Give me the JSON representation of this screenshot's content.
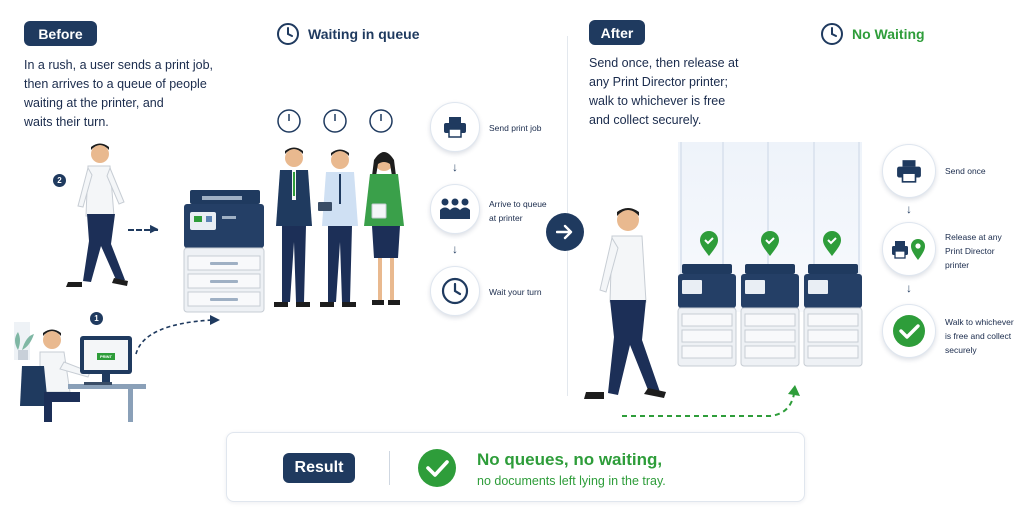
{
  "before": {
    "badge": "Before",
    "heading": "Waiting in queue",
    "description": [
      "In a rush, a user sends a print job,",
      "then arrives to a queue of people",
      "waiting at the printer, and",
      "waits their turn."
    ],
    "marker_1": "1",
    "marker_2": "2",
    "screen_button": "PRINT",
    "steps": [
      {
        "label": [
          "Send print job"
        ],
        "icon": "printer-icon"
      },
      {
        "label": [
          "Arrive to queue",
          "at printer"
        ],
        "icon": "people-icon"
      },
      {
        "label": [
          "Wait your turn"
        ],
        "icon": "clock-icon"
      }
    ]
  },
  "after": {
    "badge": "After",
    "heading": "No Waiting",
    "description": [
      "Send once, then release at",
      "any Print Director printer;",
      "walk to whichever is free",
      "and collect securely."
    ],
    "steps": [
      {
        "label": [
          "Send once"
        ],
        "icon": "printer-icon"
      },
      {
        "label": [
          "Release at any",
          "Print Director",
          "printer"
        ],
        "icon": "printer-location-icon"
      },
      {
        "label": [
          "Walk to whichever",
          "is free and collect",
          "securely"
        ],
        "icon": "check-icon"
      }
    ]
  },
  "result": {
    "badge": "Result",
    "headline": "No queues, no waiting,",
    "subline": "no documents left lying in the tray."
  },
  "colors": {
    "navy": "#1f3a5f",
    "green": "#2e9d3a",
    "text": "#1a2b4c"
  }
}
